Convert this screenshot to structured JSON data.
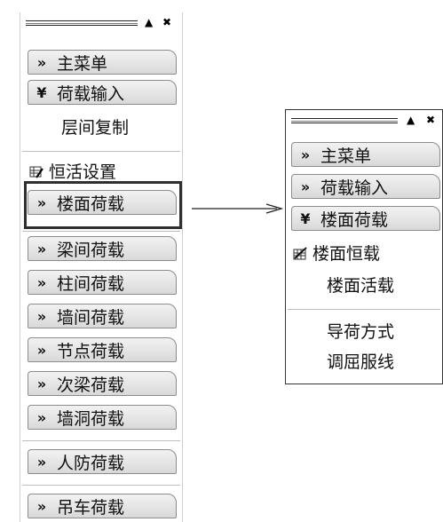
{
  "titlebar": {
    "up_icon": "▲",
    "close_icon": "✖"
  },
  "left_panel": {
    "main_menu": "主菜单",
    "load_input": "荷载输入",
    "floor_copy": "层间复制",
    "live_setting": "恒活设置",
    "floor_load": "楼面荷载",
    "beam_load": "梁间荷载",
    "column_load": "柱间荷载",
    "wall_load": "墙间荷载",
    "node_load": "节点荷载",
    "secondary_beam_load": "次梁荷载",
    "wall_opening_load": "墙洞荷载",
    "civil_defense_load": "人防荷载",
    "crane_load": "吊车荷载"
  },
  "right_panel": {
    "main_menu": "主菜单",
    "load_input": "荷载输入",
    "floor_load": "楼面荷载",
    "floor_dead_load": "楼面恒载",
    "floor_live_load": "楼面活载",
    "load_transfer_mode": "导荷方式",
    "yield_line": "调屈服线"
  },
  "icons": {
    "collapsed": "»",
    "expanded": "¥"
  }
}
